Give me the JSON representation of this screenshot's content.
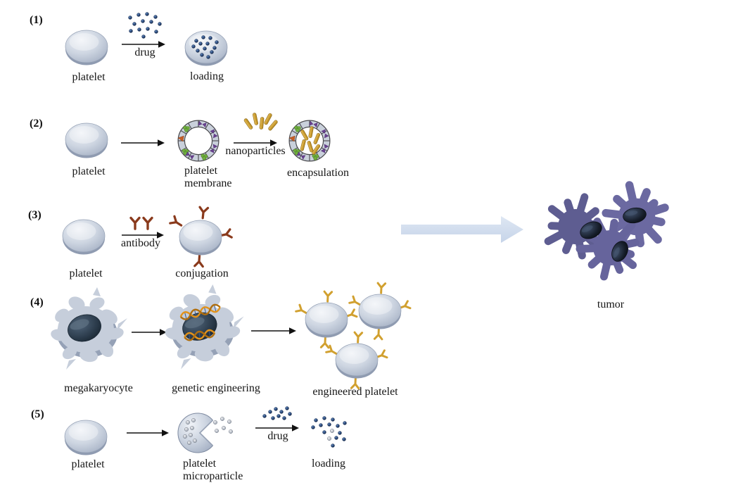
{
  "figure": {
    "description": "Five platelet-based drug delivery strategies leading to tumor",
    "rows": [
      {
        "number": "(1)",
        "source_label": "platelet",
        "arrow_label": "drug",
        "result_label": "loading"
      },
      {
        "number": "(2)",
        "source_label": "platelet",
        "intermediate_label": "platelet membrane",
        "arrow2_label": "nanoparticles",
        "result_label": "encapsulation"
      },
      {
        "number": "(3)",
        "source_label": "platelet",
        "arrow_label": "antibody",
        "result_label": "conjugation"
      },
      {
        "number": "(4)",
        "source_label": "megakaryocyte",
        "intermediate_label": "genetic engineering",
        "result_label": "engineered platelet"
      },
      {
        "number": "(5)",
        "source_label": "platelet",
        "intermediate_label": "platelet microparticle",
        "arrow2_label": "drug",
        "result_label": "loading"
      }
    ],
    "tumor": {
      "label": "tumor"
    },
    "colors": {
      "platelet": "#ccd4e0",
      "drug_dot": "#2b4d80",
      "nanoparticle_gold": "#c99b30",
      "antibody_brown": "#8a3a1c",
      "antibody_gold": "#d1a02f",
      "membrane_green": "#6fae3e",
      "membrane_purple": "#6a4191",
      "membrane_orange": "#c75f27",
      "dna_orange": "#e2931c",
      "cell_body": "#c6cedb",
      "nucleus": "#2a3a4a",
      "tumor_body": "#66659b",
      "big_arrow": "#cfdcee"
    }
  }
}
